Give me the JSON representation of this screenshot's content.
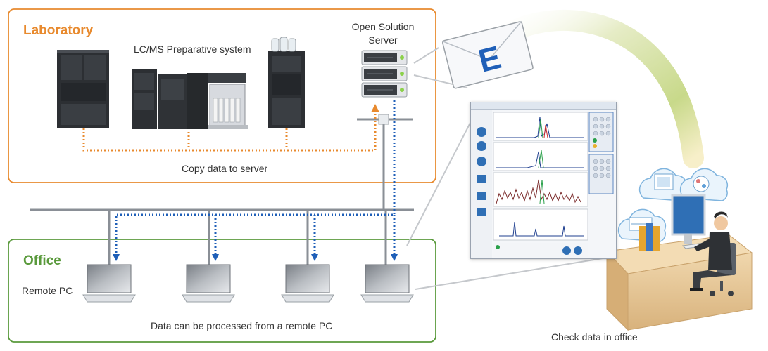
{
  "laboratory": {
    "title": "Laboratory",
    "system_label": "LC/MS Preparative system",
    "copy_label": "Copy data to server"
  },
  "server": {
    "label_line1": "Open Solution",
    "label_line2": "Server"
  },
  "office": {
    "title": "Office",
    "remote_pc_label": "Remote PC",
    "process_label": "Data can be processed from a remote PC"
  },
  "check_label": "Check data in office",
  "email_letter": "E",
  "colors": {
    "lab_orange": "#e88a2e",
    "office_green": "#5a9a3c",
    "dotted_blue": "#1f5fb8",
    "network_gray": "#8a8f96"
  },
  "icons": [
    "email-envelope-icon",
    "server-rack-icon",
    "remote-pc-icon",
    "cloud-icon",
    "person-at-desk-icon"
  ]
}
